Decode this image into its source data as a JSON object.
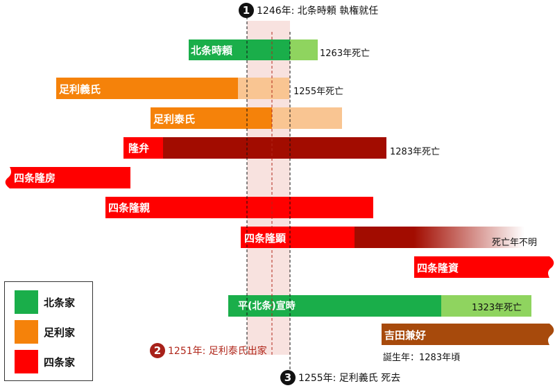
{
  "events": [
    {
      "num": "1",
      "text": "1246年:  北条時頼  執権就任",
      "color": "#111111"
    },
    {
      "num": "2",
      "text": "1251年:  足利泰氏出家",
      "color": "#b0261a"
    },
    {
      "num": "3",
      "text": "1255年:  足利義氏  死去",
      "color": "#111111"
    }
  ],
  "people": [
    {
      "name": "北条時頼",
      "family": "北条家",
      "note": "1263年死亡"
    },
    {
      "name": "足利義氏",
      "family": "足利家",
      "note": "1255年死亡"
    },
    {
      "name": "足利泰氏",
      "family": "足利家",
      "note": ""
    },
    {
      "name": "隆弁",
      "family": "四条家",
      "note": "1283年死亡"
    },
    {
      "name": "四条隆房",
      "family": "四条家",
      "note": ""
    },
    {
      "name": "四条隆親",
      "family": "四条家",
      "note": ""
    },
    {
      "name": "四条隆顕",
      "family": "四条家",
      "note": "死亡年不明"
    },
    {
      "name": "四条隆資",
      "family": "四条家",
      "note": ""
    },
    {
      "name": "平(北条)宣時",
      "family": "北条家",
      "note": "1323年死亡"
    },
    {
      "name": "吉田兼好",
      "family": "",
      "note": "誕生年：1283年頃"
    }
  ],
  "legend": [
    {
      "label": "北条家",
      "color": "#1aae4a"
    },
    {
      "label": "足利家",
      "color": "#f5820a"
    },
    {
      "label": "四条家",
      "color": "#ff0000"
    }
  ],
  "colors": {
    "hojo": "#1aae4a",
    "hojo_light": "#8fd45f",
    "ashikaga": "#f5820a",
    "ashikaga_light": "#f9c592",
    "shijo": "#ff0000",
    "shijo_dark": "#a20c00",
    "yoshida": "#a74a0c",
    "event_red": "#b0261a",
    "event_dark": "#111111",
    "band": "#f8e2df"
  }
}
